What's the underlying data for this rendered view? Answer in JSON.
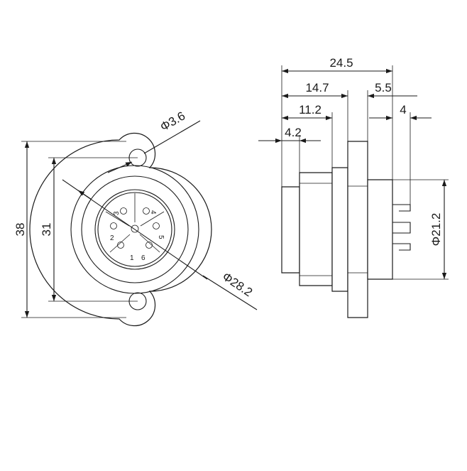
{
  "front_view": {
    "dim_height_overall": "38",
    "dim_hole_spacing": "31",
    "dim_hole_diameter": "Φ3.6",
    "dim_body_diameter": "Φ28.2",
    "pins": [
      "1",
      "2",
      "3",
      "4",
      "5",
      "6"
    ]
  },
  "side_view": {
    "dim_overall_length": "24.5",
    "dim_flange_position": "14.7",
    "dim_rear_segment": "5.5",
    "dim_front_body": "11.2",
    "dim_pin_length": "4",
    "dim_front_step": "4.2",
    "dim_rear_diameter": "Φ21.2"
  }
}
